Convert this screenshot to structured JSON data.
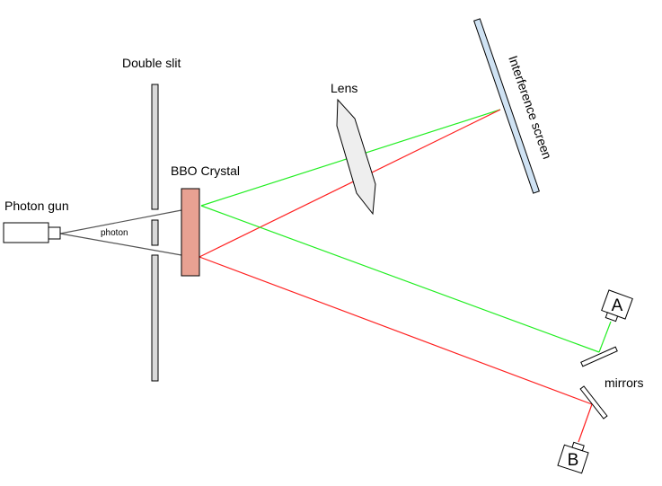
{
  "labels": {
    "double_slit": "Double slit",
    "bbo_crystal": "BBO Crystal",
    "lens": "Lens",
    "interference_screen": "Interference screen",
    "photon_gun": "Photon gun",
    "photon": "photon",
    "mirrors": "mirrors",
    "detector_a": "A",
    "detector_b": "B"
  },
  "colors": {
    "beam_green": "#22ee22",
    "beam_red": "#ff2020",
    "photon_line": "#555555",
    "crystal_fill": "#e8a192",
    "screen_fill": "#cfe2f3",
    "slit_fill": "#d9d9d9",
    "lens_fill": "#eeeeee"
  }
}
